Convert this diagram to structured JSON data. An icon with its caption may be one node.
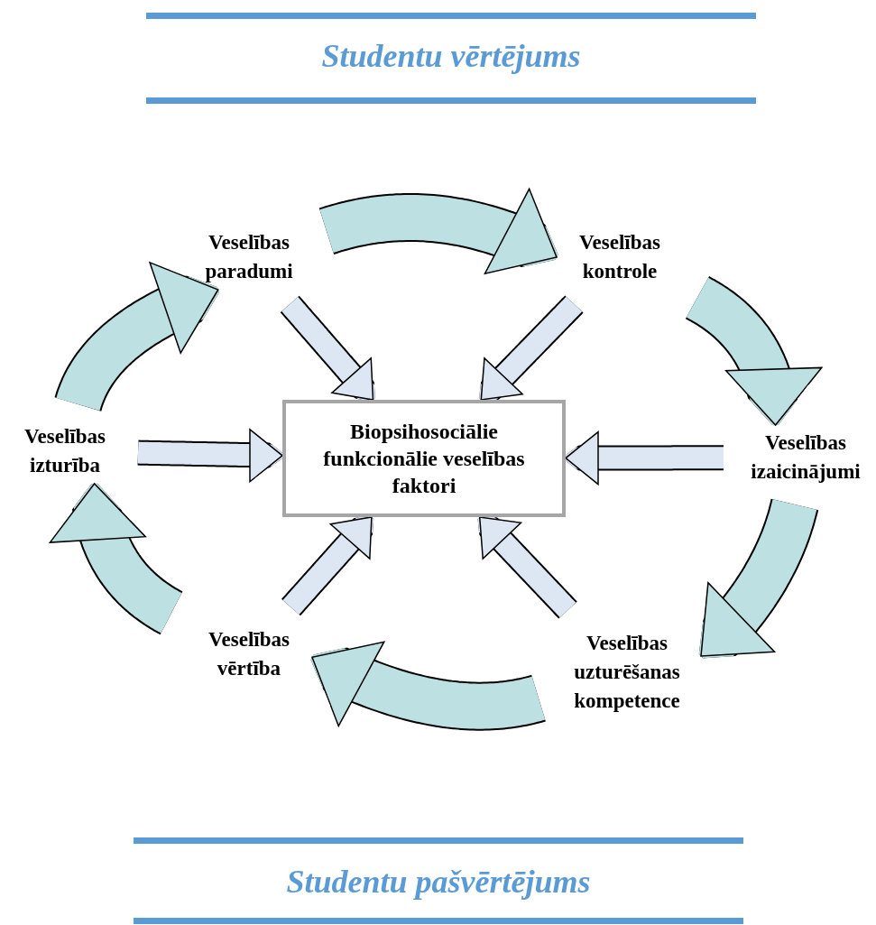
{
  "diagram": {
    "title": "Studentu vērtējums",
    "caption": "Studentu pašvērtējums",
    "nodes": [
      {
        "text": [
          "Biopsihosociālie funkcionālie veselības faktori"
        ]
      },
      {
        "text": [
          "Veselības paradumi"
        ]
      },
      {
        "text": [
          "Veselības kontrole"
        ]
      },
      {
        "text": [
          "Veselības izaicinājumi"
        ]
      },
      {
        "text": [
          "Veselības uzturēšanas kompetence"
        ]
      },
      {
        "text": [
          "Veselības vērtība"
        ]
      },
      {
        "text": [
          "Veselības izturība"
        ]
      }
    ],
    "edges": [
      {
        "from": 1,
        "to": 0,
        "arrow": "to"
      },
      {
        "from": 2,
        "to": 0,
        "arrow": "to"
      },
      {
        "from": 3,
        "to": 0,
        "arrow": "to"
      },
      {
        "from": 4,
        "to": 0,
        "arrow": "to"
      },
      {
        "from": 5,
        "to": 0,
        "arrow": "to"
      },
      {
        "from": 6,
        "to": 0,
        "arrow": "to"
      },
      {
        "from": 1,
        "to": 2,
        "arrow": "to",
        "style": "thick"
      },
      {
        "from": 2,
        "to": 3,
        "arrow": "to",
        "style": "thick"
      },
      {
        "from": 3,
        "to": 4,
        "arrow": "to",
        "style": "thick"
      },
      {
        "from": 4,
        "to": 5,
        "arrow": "to",
        "style": "thick"
      },
      {
        "from": 5,
        "to": 6,
        "arrow": "to",
        "style": "thick"
      },
      {
        "from": 6,
        "to": 1,
        "arrow": "to",
        "style": "thick"
      }
    ]
  }
}
